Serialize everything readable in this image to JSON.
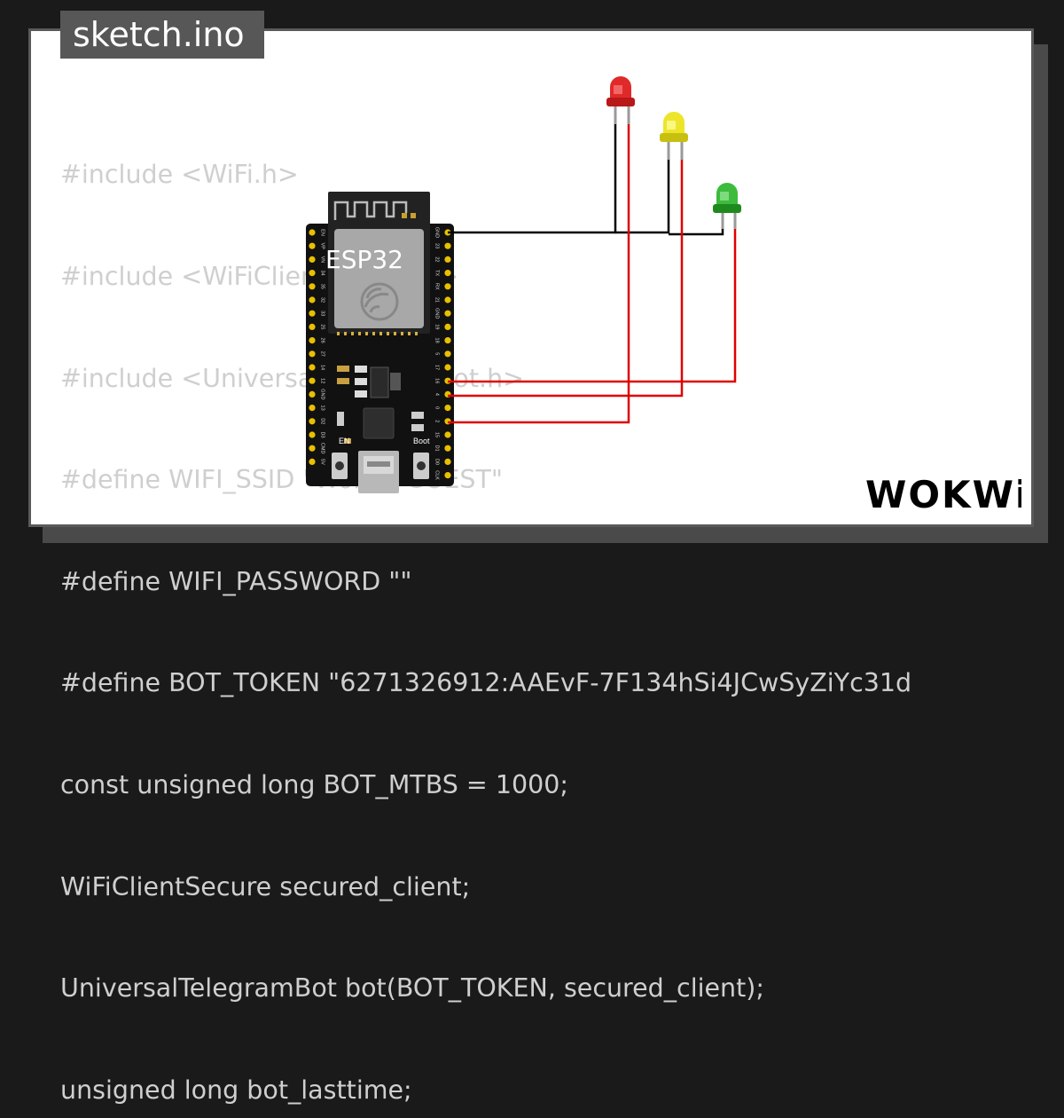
{
  "file_tab": {
    "label": "sketch.ino"
  },
  "code_lines": [
    "#include <WiFi.h>",
    "#include <WiFiClientSecure.h>",
    "#include <UniversalTelegramBot.h>",
    "#define WIFI_SSID \"Wokwi-GUEST\"",
    "#define WIFI_PASSWORD \"\"",
    "#define BOT_TOKEN \"6271326912:AAEvF-7F134hSi4JCwSyZiYc31d",
    "const unsigned long BOT_MTBS = 1000;",
    "WiFiClientSecure secured_client;",
    "UniversalTelegramBot bot(BOT_TOKEN, secured_client);",
    "unsigned long bot_lasttime;"
  ],
  "board": {
    "label": "ESP32",
    "left_pins": [
      "EN",
      "VP",
      "VN",
      "34",
      "35",
      "32",
      "33",
      "25",
      "26",
      "27",
      "14",
      "12",
      "GND",
      "13",
      "D2",
      "D3",
      "CMD",
      "5V"
    ],
    "right_pins": [
      "GND",
      "23",
      "22",
      "TX",
      "RX",
      "21",
      "GND",
      "19",
      "18",
      "5",
      "17",
      "16",
      "4",
      "0",
      "2",
      "15",
      "D1",
      "D0",
      "CLK"
    ],
    "en_label": "EN",
    "boot_label": "Boot"
  },
  "leds": [
    {
      "name": "red",
      "color": "#e02a2a"
    },
    {
      "name": "yellow",
      "color": "#e8e020"
    },
    {
      "name": "green",
      "color": "#32b332"
    }
  ],
  "colors": {
    "wire_gnd": "#000000",
    "wire_signal": "#e00000",
    "code_text": "#cfcfcf",
    "tab_bg": "#575757"
  },
  "logo": {
    "text": "WOKWi"
  }
}
